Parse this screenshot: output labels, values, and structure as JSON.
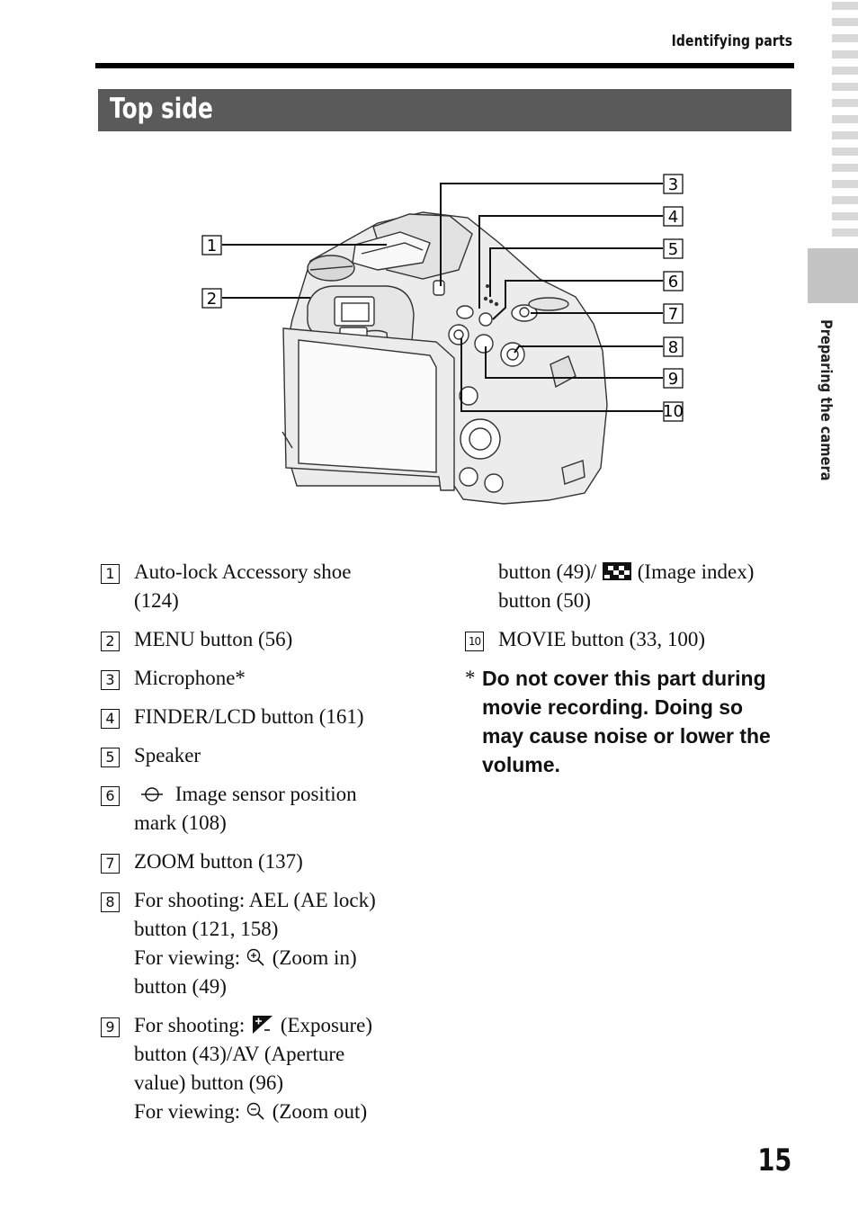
{
  "header": {
    "title": "Identifying parts"
  },
  "section": {
    "title": "Top side"
  },
  "side_tab": {
    "label": "Preparing the camera"
  },
  "page_number": "15",
  "diagram": {
    "callouts": [
      "1",
      "2",
      "3",
      "4",
      "5",
      "6",
      "7",
      "8",
      "9",
      "10"
    ]
  },
  "items": [
    {
      "num": "1",
      "lines": [
        "Auto-lock Accessory shoe",
        "(124)"
      ]
    },
    {
      "num": "2",
      "text": "MENU button (56)"
    },
    {
      "num": "3",
      "text": "Microphone*"
    },
    {
      "num": "4",
      "text": "FINDER/LCD button (161)"
    },
    {
      "num": "5",
      "text": "Speaker"
    },
    {
      "num": "6",
      "icon": "image-sensor-mark-icon",
      "first": "Image sensor position",
      "second": "mark (108)"
    },
    {
      "num": "7",
      "text": "ZOOM button (137)"
    },
    {
      "num": "8",
      "lines": [
        "For shooting: AEL (AE lock)",
        "button (121, 158)"
      ],
      "view_prefix": "For viewing:",
      "view_icon": "zoom-in-icon",
      "view_suffix": "(Zoom in)",
      "last": "button (49)"
    },
    {
      "num": "9",
      "shoot_prefix": "For shooting:",
      "shoot_icon": "exposure-icon",
      "shoot_suffix": "(Exposure)",
      "lines": [
        "button (43)/AV (Aperture",
        "value) button (96)"
      ],
      "view_prefix": "For viewing:",
      "view_icon": "zoom-out-icon",
      "view_suffix": "(Zoom out)"
    },
    {
      "cont_prefix": "button (49)/",
      "cont_icon": "image-index-icon",
      "cont_suffix": "(Image index)",
      "cont_last": "button (50)"
    },
    {
      "num": "10",
      "text": "MOVIE button (33, 100)"
    }
  ],
  "note": {
    "star": "*",
    "text": "Do not cover this part during movie recording. Doing so may cause noise or lower the volume."
  }
}
